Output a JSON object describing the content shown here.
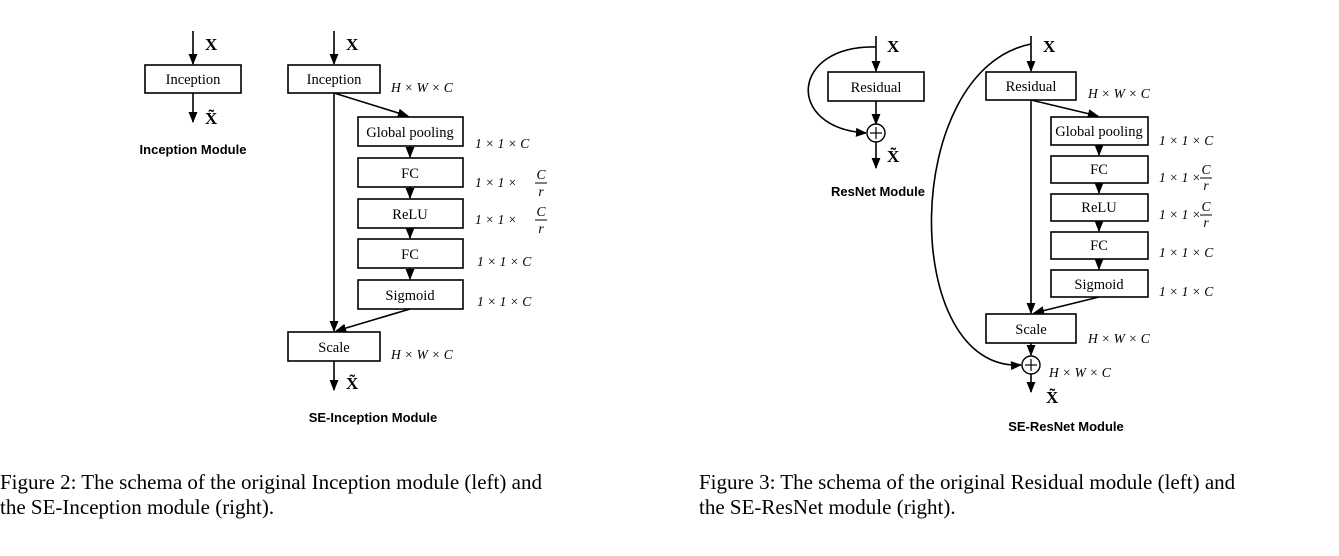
{
  "x_symbol": "X",
  "xhat_symbol": "X̃",
  "dim_hwc": "H × W × C",
  "dim_11c": "1 × 1 × C",
  "dim_11_prefix": "1 × 1 ×",
  "frac_num": "C",
  "frac_den": "r",
  "fig2": {
    "inception_module": {
      "box": "Inception",
      "title": "Inception Module"
    },
    "se_inception": {
      "top_box": "Inception",
      "stages": [
        "Global pooling",
        "FC",
        "ReLU",
        "FC",
        "Sigmoid"
      ],
      "scale_box": "Scale",
      "title": "SE-Inception Module"
    },
    "caption_line1": "Figure 2: The schema of the original Inception module (left) and",
    "caption_line2": "the SE-Inception module (right)."
  },
  "fig3": {
    "resnet_module": {
      "box": "Residual",
      "title": "ResNet Module"
    },
    "se_resnet": {
      "top_box": "Residual",
      "stages": [
        "Global pooling",
        "FC",
        "ReLU",
        "FC",
        "Sigmoid"
      ],
      "scale_box": "Scale",
      "title": "SE-ResNet Module"
    },
    "caption_line1": "Figure 3: The schema of the original Residual module (left) and",
    "caption_line2": "the SE-ResNet module (right)."
  }
}
